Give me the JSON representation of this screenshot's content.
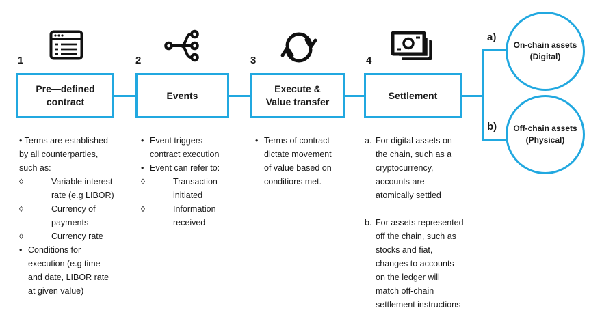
{
  "accent_color": "#21a8e0",
  "text_color": "#1a1a1a",
  "steps": [
    {
      "number": "1",
      "icon": "contract-window-icon",
      "title": "Pre—defined\ncontract",
      "notes": [
        {
          "marker": "",
          "text": "• Terms are established\nby all counterparties,\nsuch as:"
        },
        {
          "marker": "◊",
          "text": "Variable interest\nrate (e.g LIBOR)"
        },
        {
          "marker": "◊",
          "text": "Currency of\npayments"
        },
        {
          "marker": "◊",
          "text": "Currency rate"
        },
        {
          "marker": "•",
          "text": "Conditions for\nexecution (e.g time\nand date, LIBOR rate\nat given value)"
        }
      ]
    },
    {
      "number": "2",
      "icon": "branch-events-icon",
      "title": "Events",
      "notes": [
        {
          "marker": "•",
          "text": "Event triggers\ncontract execution"
        },
        {
          "marker": "•",
          "text": "Event can refer to:"
        },
        {
          "marker": "◊",
          "text": "Transaction\ninitiated"
        },
        {
          "marker": "◊",
          "text": "Information\nreceived"
        }
      ]
    },
    {
      "number": "3",
      "icon": "sync-arrows-icon",
      "title": "Execute &\nValue transfer",
      "notes": [
        {
          "marker": "•",
          "text": "Terms of contract\ndictate movement\nof value based on\nconditions met."
        }
      ]
    },
    {
      "number": "4",
      "icon": "banknotes-icon",
      "title": "Settlement",
      "notes": [
        {
          "marker": "a.",
          "text": "For digital assets on\nthe chain, such as a\ncryptocurrency,\naccounts are\natomically settled"
        },
        {
          "marker": "b.",
          "text": "For assets represented\noff the chain, such as\nstocks and fiat,\nchanges to accounts\non the ledger will\nmatch off-chain\nsettlement instructions"
        }
      ]
    }
  ],
  "branches": {
    "a_label": "a)",
    "b_label": "b)",
    "outcomes": [
      {
        "title": "On-chain assets\n(Digital)"
      },
      {
        "title": "Off-chain assets\n(Physical)"
      }
    ]
  }
}
